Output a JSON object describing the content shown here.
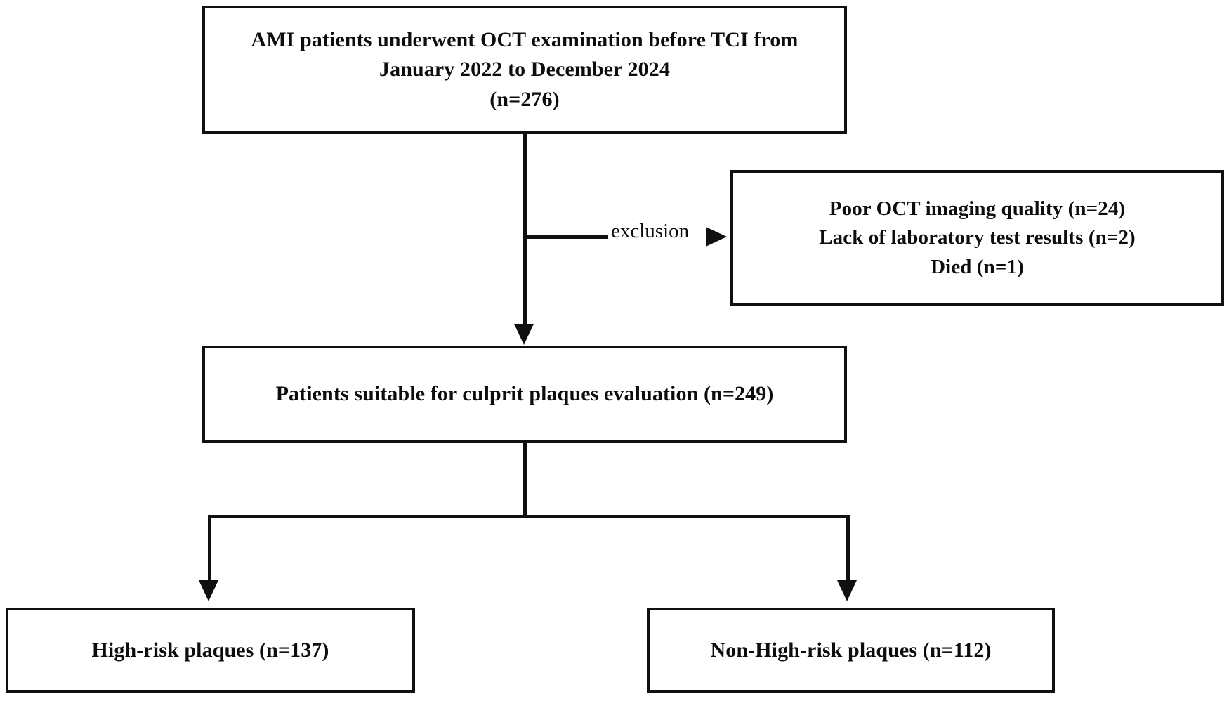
{
  "diagram": {
    "title": "Study enrollment flowchart",
    "accent_color": "#101010",
    "background_color": "#ffffff"
  },
  "nodes": {
    "enrolled": {
      "text": "AMI patients underwent OCT examination before TCI  from\nJanuary 2022 to December 2024\n(n=276)",
      "n": 276
    },
    "excluded": {
      "text": "Poor OCT imaging quality  (n=24)\nLack of laboratory test results  (n=2)\nDied  (n=1)",
      "reasons": [
        {
          "label": "Poor OCT imaging quality",
          "n": 24
        },
        {
          "label": "Lack of laboratory test results",
          "n": 2
        },
        {
          "label": "Died",
          "n": 1
        }
      ]
    },
    "suitable": {
      "text": "Patients suitable for culprit  plaques evaluation  (n=249)",
      "n": 249
    },
    "high_risk": {
      "text": "High-risk plaques  (n=137)",
      "n": 137
    },
    "non_high_risk": {
      "text": "Non-High-risk plaques  (n=112)",
      "n": 112
    }
  },
  "edges": {
    "exclusion_label": "exclusion"
  }
}
